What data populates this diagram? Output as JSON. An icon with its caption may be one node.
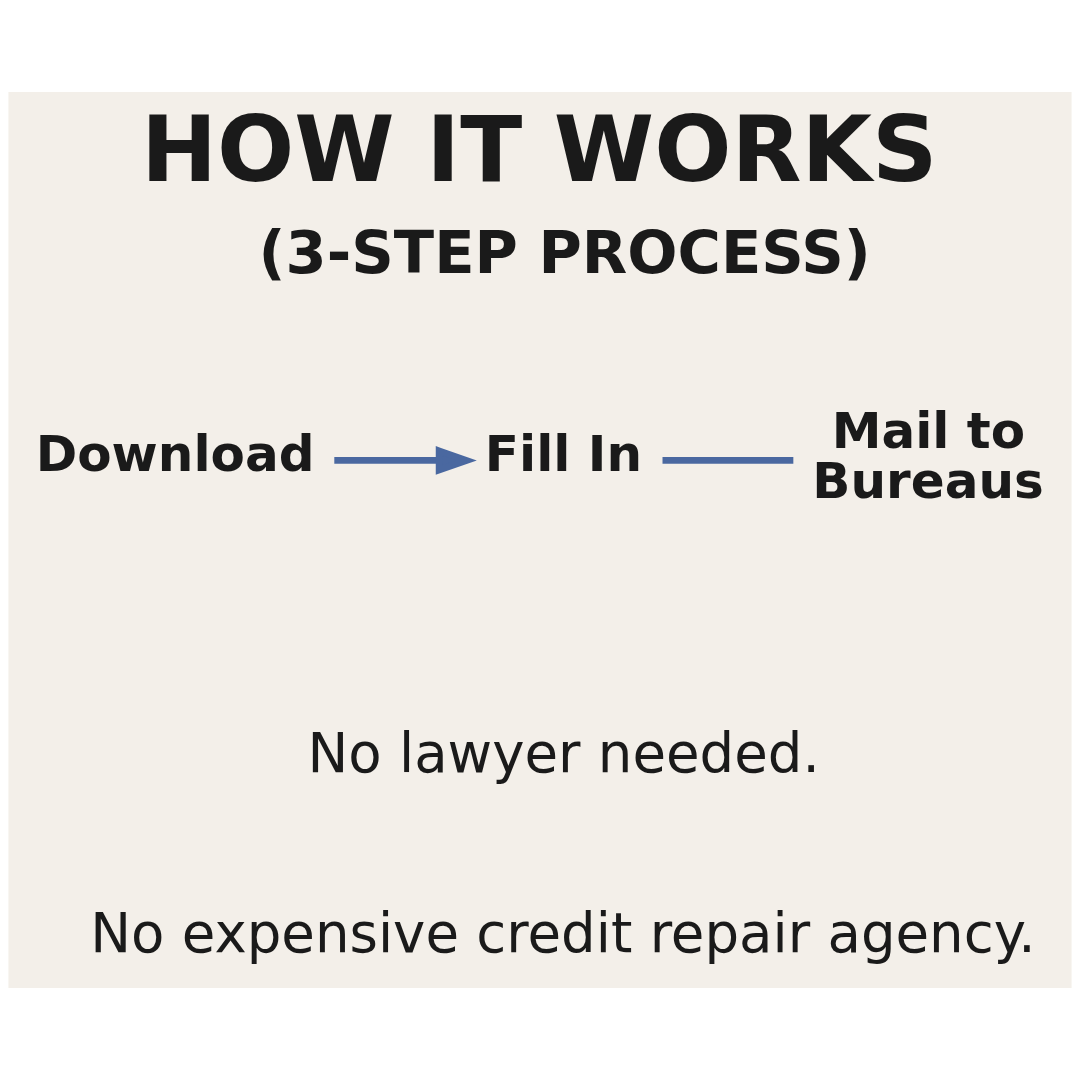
{
  "diagram": {
    "title": "HOW IT WORKS",
    "nodes": [
      {
        "text": [
          "Download"
        ]
      },
      {
        "text": [
          "Fill In"
        ]
      },
      {
        "text": [
          "Mail to Bureaus"
        ]
      }
    ],
    "edges": [
      {
        "from": 0,
        "to": 1,
        "arrow": "to"
      },
      {
        "from": 1,
        "to": 2,
        "arrow": "none"
      }
    ],
    "labels": [
      "(3-STEP PROCESS)",
      "No lawyer needed.",
      "No expensive credit repair agency."
    ]
  }
}
